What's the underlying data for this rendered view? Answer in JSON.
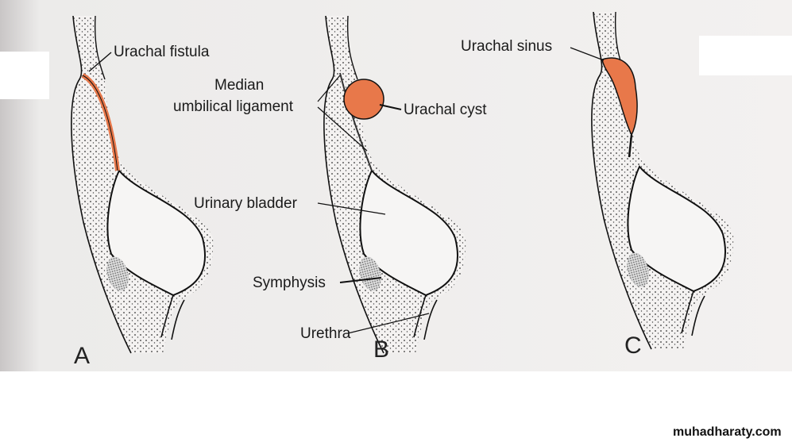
{
  "labels": {
    "urachal_fistula": "Urachal fistula",
    "median_line1": "Median",
    "median_line2": "umbilical ligament",
    "urachal_cyst": "Urachal cyst",
    "urinary_bladder": "Urinary bladder",
    "symphysis": "Symphysis",
    "urethra": "Urethra",
    "urachal_sinus": "Urachal sinus"
  },
  "panels": {
    "a": "A",
    "b": "B",
    "c": "C"
  },
  "watermark": "muhadharaty.com",
  "colors": {
    "urachus": "#e8784a",
    "background": "#f1efee",
    "ink": "#1a1a1a"
  }
}
